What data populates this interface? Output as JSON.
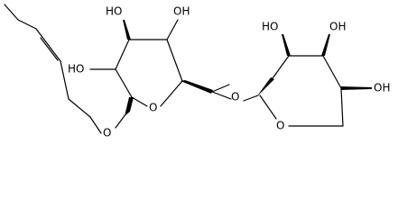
{
  "molecule": {
    "labels": {
      "oh_top_left": "HO",
      "oh_top_right": "OH",
      "oh_mid_left": "HO",
      "ring1_oxygen": "O",
      "glycosidic_oxygen_left": "O",
      "linker_oxygen": "O",
      "oh_ring2_left": "HO",
      "oh_ring2_mid": "OH",
      "oh_ring2_right": "OH",
      "ring2_oxygen": "O"
    }
  }
}
